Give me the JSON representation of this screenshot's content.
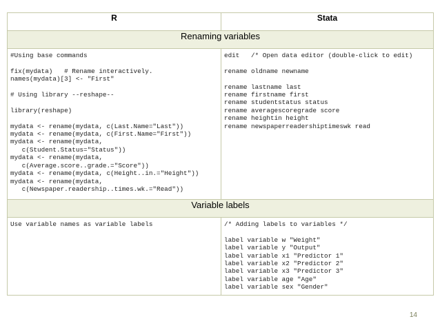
{
  "table": {
    "header_r": "R",
    "header_stata": "Stata",
    "section1_title": "Renaming variables",
    "section1_r_code": "#Using base commands\n\nfix(mydata)   # Rename interactively.\nnames(mydata)[3] <- \"First\"\n\n# Using library --reshape--\n\nlibrary(reshape)\n\nmydata <- rename(mydata, c(Last.Name=\"Last\"))\nmydata <- rename(mydata, c(First.Name=\"First\"))\nmydata <- rename(mydata,\n   c(Student.Status=\"Status\"))\nmydata <- rename(mydata,\n   c(Average.score..grade.=\"Score\"))\nmydata <- rename(mydata, c(Height..in.=\"Height\"))\nmydata <- rename(mydata,\n   c(Newspaper.readership..times.wk.=\"Read\"))",
    "section1_stata_code": "edit   /* Open data editor (double-click to edit)\n\nrename oldname newname\n\nrename lastname last\nrename firstname first\nrename studentstatus status\nrename averagescoregrade score\nrename heightin height\nrename newspaperreadershiptimeswk read",
    "section2_title": "Variable labels",
    "section2_r_code": "Use variable names as variable labels",
    "section2_stata_code": "/* Adding labels to variables */\n\nlabel variable w \"Weight\"\nlabel variable y \"Output\"\nlabel variable x1 \"Predictor 1\"\nlabel variable x2 \"Predictor 2\"\nlabel variable x3 \"Predictor 3\"\nlabel variable age \"Age\"\nlabel variable sex \"Gender\""
  },
  "page_number": "14",
  "colors": {
    "border": "#c5c9a8",
    "section_bg": "#eef0df",
    "page_number": "#7a7f5a"
  }
}
